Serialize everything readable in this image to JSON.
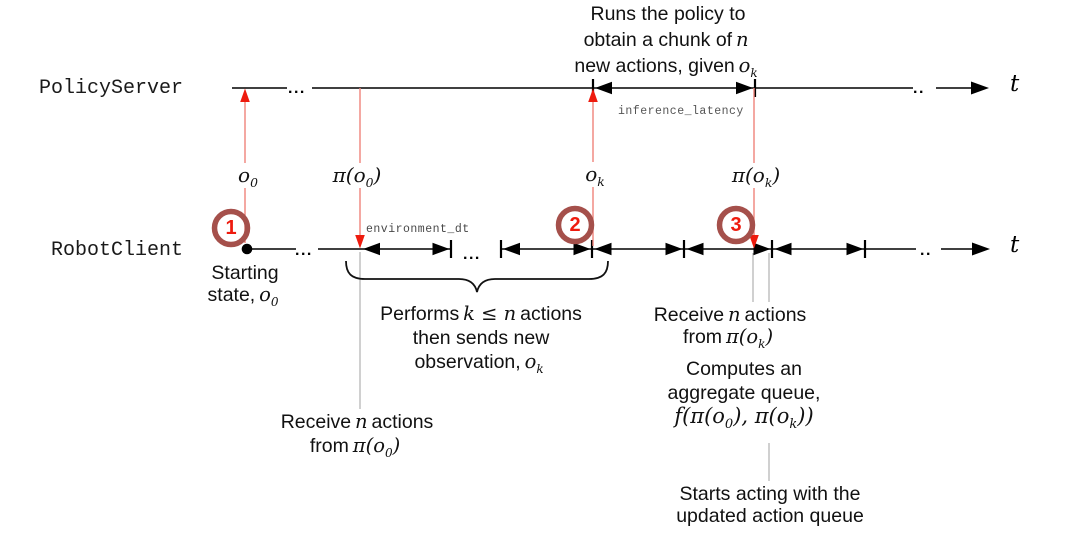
{
  "colors": {
    "timeline_black": "#000000",
    "red_arrowhead": "#ee1b0e",
    "red_line": "#f0837a",
    "step_ring": "#a5504b",
    "step_number": "#ee1b0e",
    "connector_gray": "#a0a0a0",
    "duration_label_gray": "#555555"
  },
  "server": {
    "label": "PolicyServer",
    "axis_symbol": "t",
    "ellipsis_left": "...",
    "ellipsis_right": "..",
    "inference_latency_label": "inference_latency"
  },
  "client": {
    "label": "RobotClient",
    "axis_symbol": "t",
    "ellipsis_left": "...",
    "ellipsis_mid": "...",
    "ellipsis_right": "..",
    "environment_dt_label": "environment_dt"
  },
  "steps": {
    "one": "1",
    "two": "2",
    "three": "3"
  },
  "messages": {
    "o0": {
      "pre": "o",
      "sub": "0",
      "post": ""
    },
    "pi_o0": {
      "pre": "π(o",
      "sub": "0",
      "post": ")"
    },
    "ok": {
      "pre": "o",
      "sub": "k",
      "post": ""
    },
    "pi_ok": {
      "pre": "π(o",
      "sub": "k",
      "post": ")"
    }
  },
  "notes": {
    "runs_policy": {
      "line1": "Runs the policy to",
      "line2_text": "obtain a chunk of",
      "line2_math": "n",
      "line3_text": "new actions, given",
      "line3_base": "o",
      "line3_sub": "k"
    },
    "starting_state": {
      "line1": "Starting",
      "line2_text": "state,",
      "line2_base": "o",
      "line2_sub": "0"
    },
    "performs": {
      "line1_a": "Performs",
      "line1_math": "k ≤ n",
      "line1_b": "actions",
      "line2": "then sends new",
      "line3_text": "observation,",
      "line3_base": "o",
      "line3_sub": "k"
    },
    "receive_o0": {
      "line1_a": "Receive",
      "line1_math": "n",
      "line1_b": "actions",
      "line2_text": "from",
      "pre": "π(o",
      "sub": "0",
      "post": ")"
    },
    "receive_ok": {
      "line1_a": "Receive",
      "line1_math": "n",
      "line1_b": "actions",
      "line2_text": "from",
      "pre": "π(o",
      "sub": "k",
      "post": ")"
    },
    "computes": {
      "line1": "Computes an",
      "line2": "aggregate queue,",
      "f_pre": "f(π(o",
      "f_sub1": "0",
      "f_mid": "), π(o",
      "f_sub2": "k",
      "f_post": "))"
    },
    "starts_acting": {
      "line1": "Starts acting with the",
      "line2": "updated action queue"
    }
  }
}
